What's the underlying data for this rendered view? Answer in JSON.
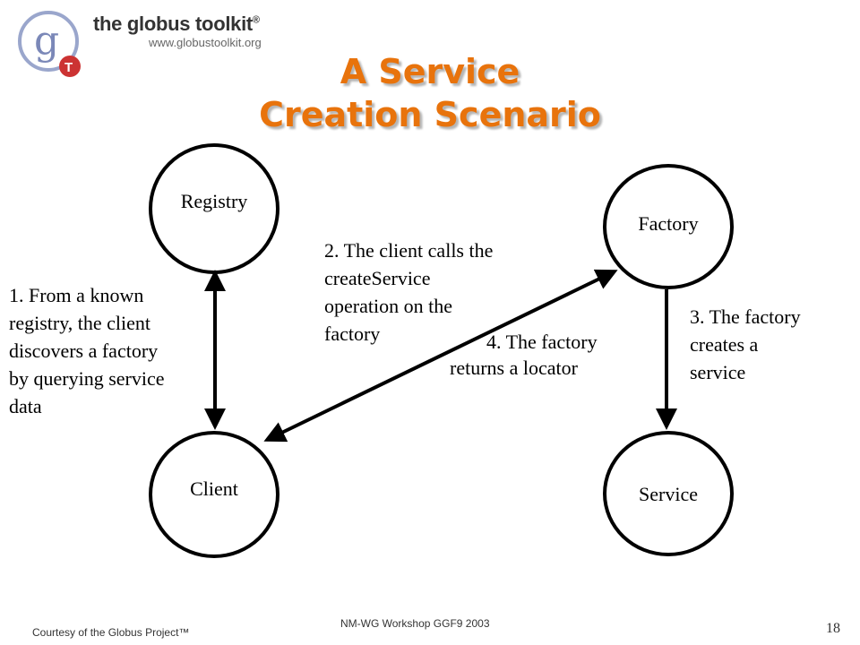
{
  "logo": {
    "name": "the globus toolkit",
    "trademark": "®",
    "url": "www.globustoolkit.org",
    "emblem_letter": "g",
    "badge_letter": "T",
    "colors": {
      "emblem": "#9aa6cc",
      "badge": "#cc3333"
    }
  },
  "title": {
    "line1": "A Service",
    "line2": "Creation Scenario",
    "color": "#e8730c"
  },
  "nodes": {
    "registry": "Registry",
    "factory": "Factory",
    "client": "Client",
    "service": "Service"
  },
  "notes": {
    "step1": [
      "1. From a known",
      "registry, the client",
      "discovers a factory",
      "by querying service",
      "data"
    ],
    "step2": [
      "2. The client calls the",
      "createService",
      "operation on the",
      "factory"
    ],
    "step3": [
      "3. The factory",
      "creates a",
      "service"
    ],
    "step4_line1": "4. The factory",
    "step4_line2": "returns a locator"
  },
  "footer": {
    "courtesy": "Courtesy of the Globus Project™",
    "workshop": "NM-WG Workshop  GGF9 2003",
    "page": "18"
  }
}
